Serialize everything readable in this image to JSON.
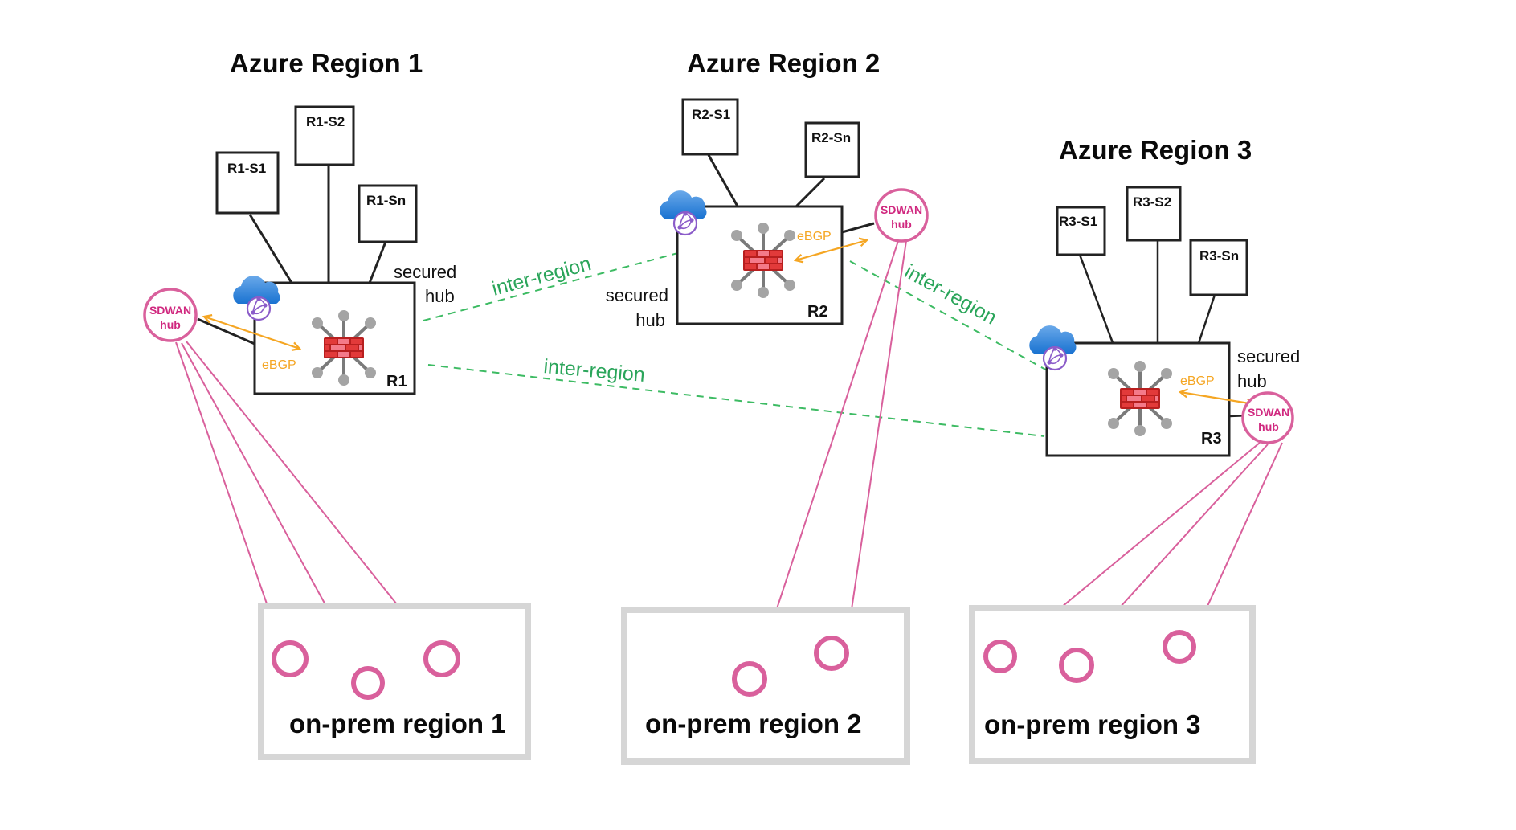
{
  "diagram": {
    "regions": [
      {
        "id": "r1",
        "title": "Azure Region 1",
        "hub_label": "R1",
        "secured_hub_text": [
          "secured",
          "hub"
        ],
        "ebgp_label": "eBGP",
        "spokes": [
          "R1-S1",
          "R1-S2",
          "R1-Sn"
        ],
        "sdwan_hub": [
          "SDWAN",
          "hub"
        ]
      },
      {
        "id": "r2",
        "title": "Azure Region 2",
        "hub_label": "R2",
        "secured_hub_text": [
          "secured",
          "hub"
        ],
        "ebgp_label": "eBGP",
        "spokes": [
          "R2-S1",
          "R2-Sn"
        ],
        "sdwan_hub": [
          "SDWAN",
          "hub"
        ]
      },
      {
        "id": "r3",
        "title": "Azure Region 3",
        "hub_label": "R3",
        "secured_hub_text": [
          "secured",
          "hub"
        ],
        "ebgp_label": "eBGP",
        "spokes": [
          "R3-S1",
          "R3-S2",
          "R3-Sn"
        ],
        "sdwan_hub": [
          "SDWAN",
          "hub"
        ]
      }
    ],
    "inter_region_links": [
      {
        "from": "R1",
        "to": "R2",
        "label": "inter-region"
      },
      {
        "from": "R2",
        "to": "R3",
        "label": "inter-region"
      },
      {
        "from": "R1",
        "to": "R3",
        "label": "inter-region"
      }
    ],
    "onprem": [
      {
        "label": "on-prem region 1",
        "sites": 3
      },
      {
        "label": "on-prem region 2",
        "sites": 2
      },
      {
        "label": "on-prem region 3",
        "sites": 3
      }
    ],
    "colors": {
      "sdwan_pink": "#d9609c",
      "sdwan_text": "#d0287f",
      "inter_region_green": "#3dbb63",
      "ebgp_orange": "#f5a623",
      "firewall_red": "#d62b2b",
      "cloud_blue": "#2f86d9",
      "globe_purple": "#8b5cc9",
      "onprem_border": "#d6d6d6"
    }
  }
}
